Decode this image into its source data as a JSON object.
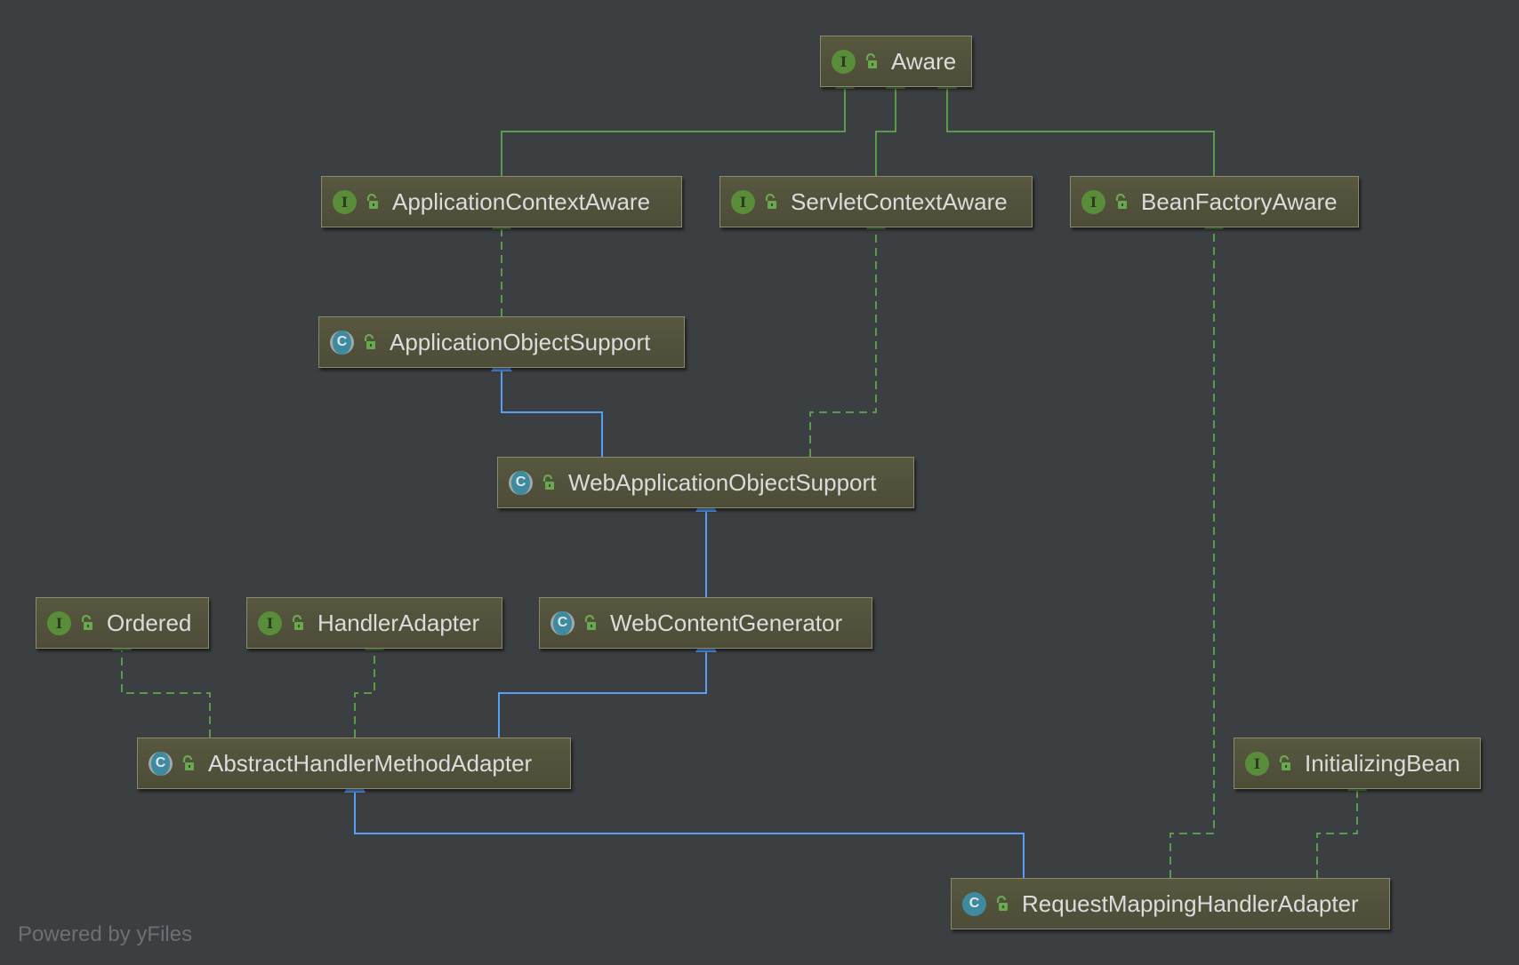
{
  "diagram": {
    "colors": {
      "background": "#3c3f41",
      "node_fill": "#52523c",
      "node_border": "#8a8a6e",
      "interface_edge": "#5a9a4a",
      "class_edge": "#589df6",
      "text": "#dcdcdc"
    },
    "nodes": [
      {
        "id": "aware",
        "label": "Aware",
        "kind": "interface"
      },
      {
        "id": "aca",
        "label": "ApplicationContextAware",
        "kind": "interface"
      },
      {
        "id": "sca",
        "label": "ServletContextAware",
        "kind": "interface"
      },
      {
        "id": "bfa",
        "label": "BeanFactoryAware",
        "kind": "interface"
      },
      {
        "id": "aos",
        "label": "ApplicationObjectSupport",
        "kind": "abstract-class"
      },
      {
        "id": "waos",
        "label": "WebApplicationObjectSupport",
        "kind": "abstract-class"
      },
      {
        "id": "ordered",
        "label": "Ordered",
        "kind": "interface"
      },
      {
        "id": "ha",
        "label": "HandlerAdapter",
        "kind": "interface"
      },
      {
        "id": "wcg",
        "label": "WebContentGenerator",
        "kind": "abstract-class"
      },
      {
        "id": "ahma",
        "label": "AbstractHandlerMethodAdapter",
        "kind": "abstract-class"
      },
      {
        "id": "ib",
        "label": "InitializingBean",
        "kind": "interface"
      },
      {
        "id": "rmha",
        "label": "RequestMappingHandlerAdapter",
        "kind": "class"
      }
    ],
    "edges": [
      {
        "from": "aca",
        "to": "aware",
        "type": "extends-interface"
      },
      {
        "from": "sca",
        "to": "aware",
        "type": "extends-interface"
      },
      {
        "from": "bfa",
        "to": "aware",
        "type": "extends-interface"
      },
      {
        "from": "aos",
        "to": "aca",
        "type": "implements"
      },
      {
        "from": "waos",
        "to": "aos",
        "type": "extends-class"
      },
      {
        "from": "waos",
        "to": "sca",
        "type": "implements"
      },
      {
        "from": "wcg",
        "to": "waos",
        "type": "extends-class"
      },
      {
        "from": "ahma",
        "to": "ordered",
        "type": "implements"
      },
      {
        "from": "ahma",
        "to": "ha",
        "type": "implements"
      },
      {
        "from": "ahma",
        "to": "wcg",
        "type": "extends-class"
      },
      {
        "from": "rmha",
        "to": "ahma",
        "type": "extends-class"
      },
      {
        "from": "rmha",
        "to": "bfa",
        "type": "implements"
      },
      {
        "from": "rmha",
        "to": "ib",
        "type": "implements"
      }
    ]
  },
  "footer": {
    "powered_by": "Powered by yFiles"
  }
}
